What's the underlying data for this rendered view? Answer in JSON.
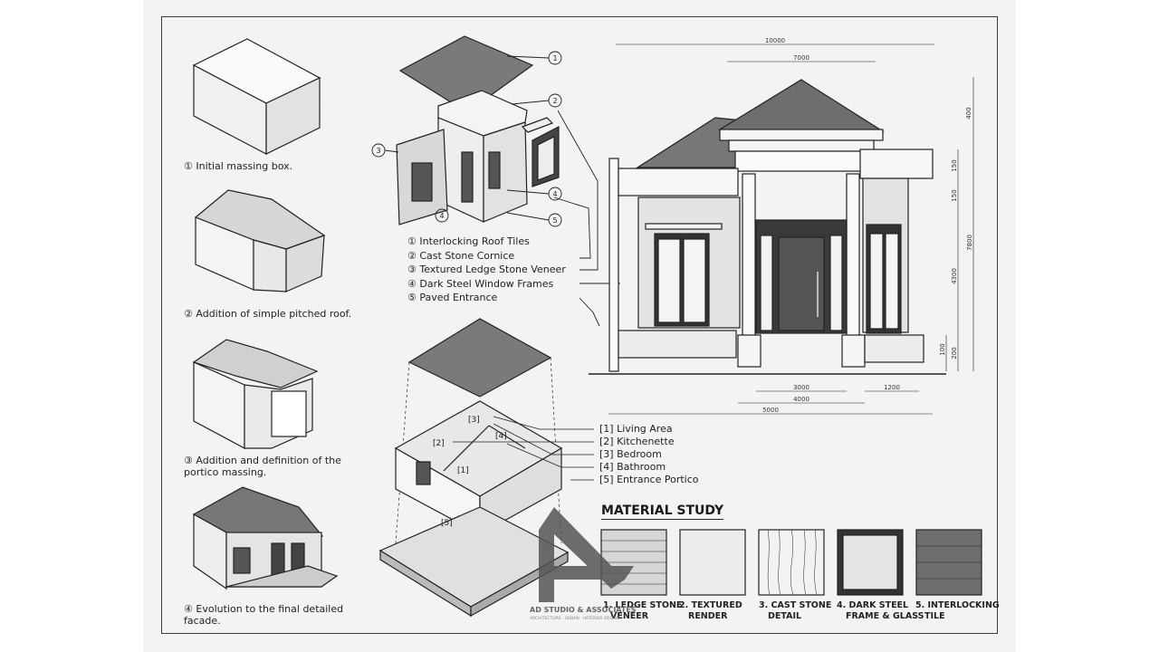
{
  "evolution_steps": [
    {
      "number": "①",
      "caption": "Initial massing box."
    },
    {
      "number": "②",
      "caption": "Addition of simple pitched roof."
    },
    {
      "number": "③",
      "caption": "Addition and definition of the portico massing."
    },
    {
      "number": "④",
      "caption": "Evolution to the final detailed facade."
    }
  ],
  "exploded_callouts": [
    "1",
    "2",
    "3",
    "4",
    "5"
  ],
  "material_legend": [
    "① Interlocking Roof Tiles",
    "② Cast Stone Cornice",
    "③ Textured Ledge Stone Veneer",
    "④ Dark Steel Window Frames",
    "⑤ Paved Entrance"
  ],
  "room_tags": [
    "[1]",
    "[2]",
    "[3]",
    "[4]",
    "[5]"
  ],
  "room_legend": [
    "[1] Living Area",
    "[2] Kitchenette",
    "[3] Bedroom",
    "[4] Bathroom",
    "[5] Entrance Portico"
  ],
  "elevation_dimensions": {
    "overall_width": "10000",
    "portico_width": "7000",
    "roof_height": "400",
    "cornice_1": "150",
    "cornice_2": "150",
    "total_height": "7800",
    "wall_height": "4300",
    "plinth_1": "100",
    "plinth_2": "200",
    "door_bay": "3000",
    "portico_bay": "4000",
    "side_bay": "1200",
    "front_width": "5000"
  },
  "material_study": {
    "title": "MATERIAL STUDY",
    "items": [
      {
        "line1": "1. LEDGE STONE",
        "line2": "VENEER"
      },
      {
        "line1": "2. TEXTURED",
        "line2": "RENDER"
      },
      {
        "line1": "3. CAST STONE",
        "line2": "DETAIL"
      },
      {
        "line1": "4. DARK STEEL",
        "line2": "FRAME & GLASS"
      },
      {
        "line1": "5. INTERLOCKING",
        "line2": "TILE"
      }
    ]
  },
  "logo": {
    "name": "AD STUDIO & ASSOCIATES",
    "tagline": "ARCHITECTURE · URBAN · INTERIOR DESIGN"
  },
  "colors": {
    "paper": "#f3f3f1",
    "ink": "#222222",
    "roof": "#6e6e6e",
    "frame": "#333333"
  }
}
